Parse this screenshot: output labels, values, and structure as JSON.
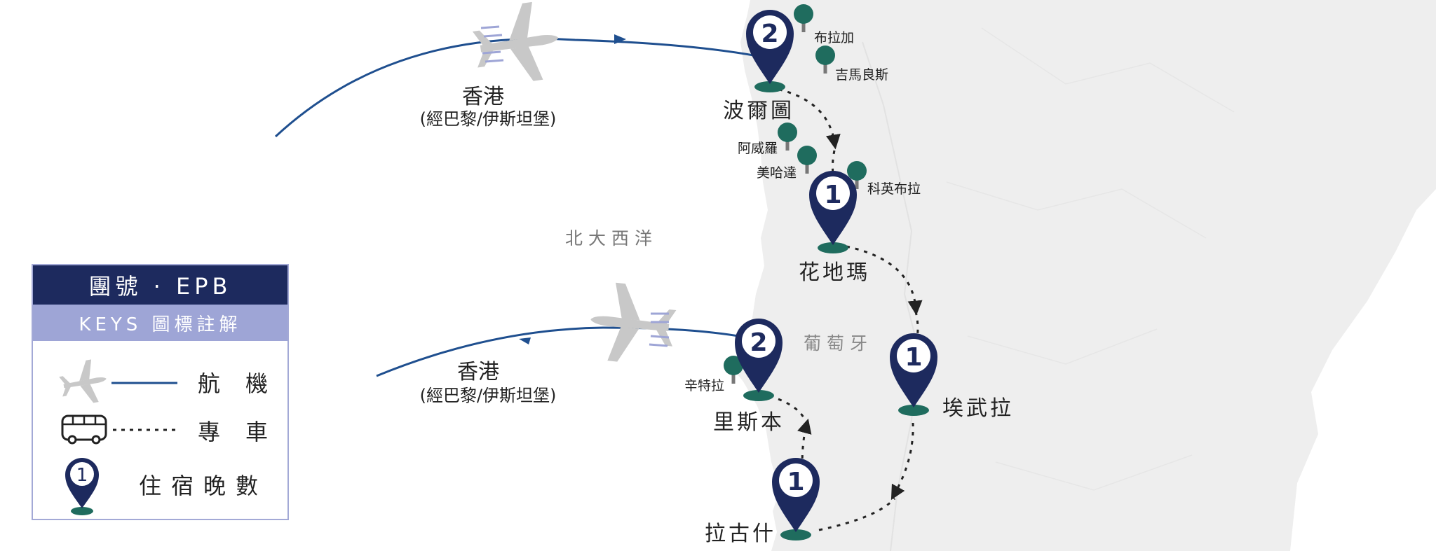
{
  "sea_label": "北大西洋",
  "country_label": "葡萄牙",
  "flights": {
    "outbound": {
      "city": "香港",
      "via": "(經巴黎/伊斯坦堡)"
    },
    "return": {
      "city": "香港",
      "via": "(經巴黎/伊斯坦堡)"
    }
  },
  "stops": [
    {
      "name": "波爾圖",
      "nights": "2"
    },
    {
      "name": "花地瑪",
      "nights": "1"
    },
    {
      "name": "埃武拉",
      "nights": "1"
    },
    {
      "name": "拉古什",
      "nights": "1"
    },
    {
      "name": "里斯本",
      "nights": "2"
    }
  ],
  "sights": [
    "布拉加",
    "吉馬良斯",
    "阿威羅",
    "美哈達",
    "科英布拉",
    "辛特拉"
  ],
  "legend": {
    "title": "團號 · EPB",
    "subtitle": "KEYS 圖標註解",
    "flight_label": "航機",
    "bus_label": "專車",
    "nights_label": "住宿晚數",
    "pin_sample": "1"
  },
  "colors": {
    "route": "#1f4f8f",
    "pin": "#1d2a5e",
    "pin_base": "#1f6c5e",
    "sight": "#1f6c5e",
    "land": "#eeeeee",
    "legend_head": "#1d2a5e",
    "legend_sub": "#9ea5d6"
  },
  "icons": [
    "plane-icon",
    "bus-icon",
    "location-pin-icon",
    "tree-marker-icon"
  ]
}
